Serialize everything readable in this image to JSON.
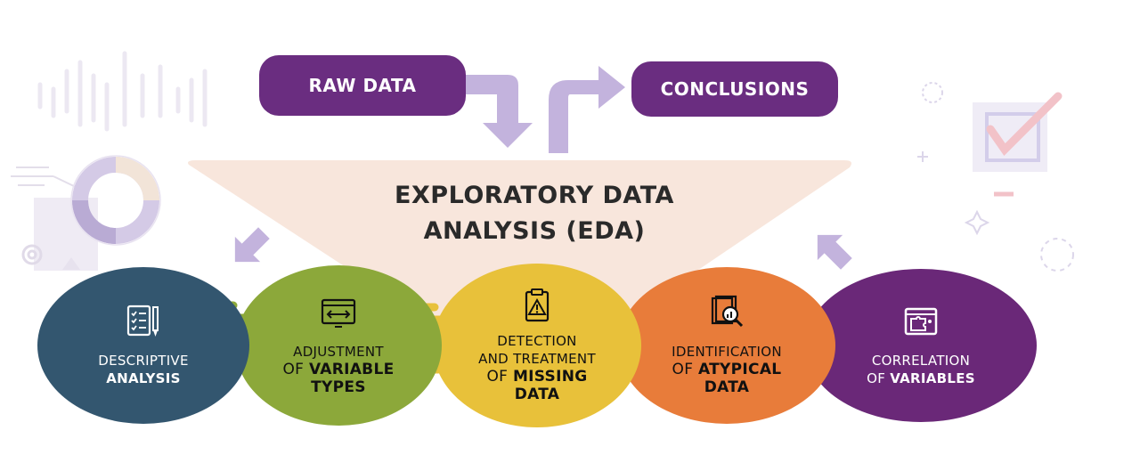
{
  "title": {
    "line1": "EXPLORATORY DATA",
    "line2": "ANALYSIS (EDA)"
  },
  "input_box": {
    "label": "RAW DATA"
  },
  "output_box": {
    "label": "CONCLUSIONS"
  },
  "colors": {
    "purple": "#6a2d80",
    "funnel": "#f8e6dc",
    "arrow": "#c3b3dd",
    "descriptive": "#33566f",
    "adjustment": "#8ca83a",
    "detection": "#e8c13a",
    "identification": "#e87c3a",
    "correlation": "#6a2878"
  },
  "steps": [
    {
      "id": "descriptive",
      "icon": "checklist-icon",
      "line1": "DESCRIPTIVE",
      "line2": "ANALYSIS"
    },
    {
      "id": "adjustment",
      "icon": "window-arrows-icon",
      "line1": "ADJUSTMENT",
      "line2a": "OF ",
      "line2b": "VARIABLE",
      "line3": "TYPES"
    },
    {
      "id": "detection",
      "icon": "clipboard-warning-icon",
      "line1": "DETECTION",
      "line2": "AND TREATMENT",
      "line3a": "OF ",
      "line3b": "MISSING",
      "line4": "DATA"
    },
    {
      "id": "identification",
      "icon": "magnifier-chart-icon",
      "line1": "IDENTIFICATION",
      "line2a": "OF ",
      "line2b": "ATYPICAL",
      "line3": "DATA"
    },
    {
      "id": "correlation",
      "icon": "puzzle-window-icon",
      "line1": "CORRELATION",
      "line2a": "OF ",
      "line2b": "VARIABLES"
    }
  ]
}
